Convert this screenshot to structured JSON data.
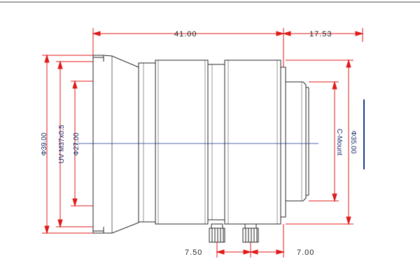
{
  "dimensions": {
    "total_length": "41.00",
    "flange_distance": "17.53",
    "outer_diameter": "Φ39.00",
    "filter_thread": "UV M37x0.5",
    "inner_diameter": "Φ27.00",
    "mount_label": "C-Mount",
    "mount_diameter": "Φ35.00",
    "screw_offset_left": "7.50",
    "screw_offset_right": "7.00"
  },
  "colors": {
    "dimension_line": "#e01a1a",
    "outline": "#2a2a2a",
    "text": "#222222",
    "vertical_text": "#1a2f6b",
    "axis": "#1a3a8c",
    "marker": "#1a3a8c"
  }
}
